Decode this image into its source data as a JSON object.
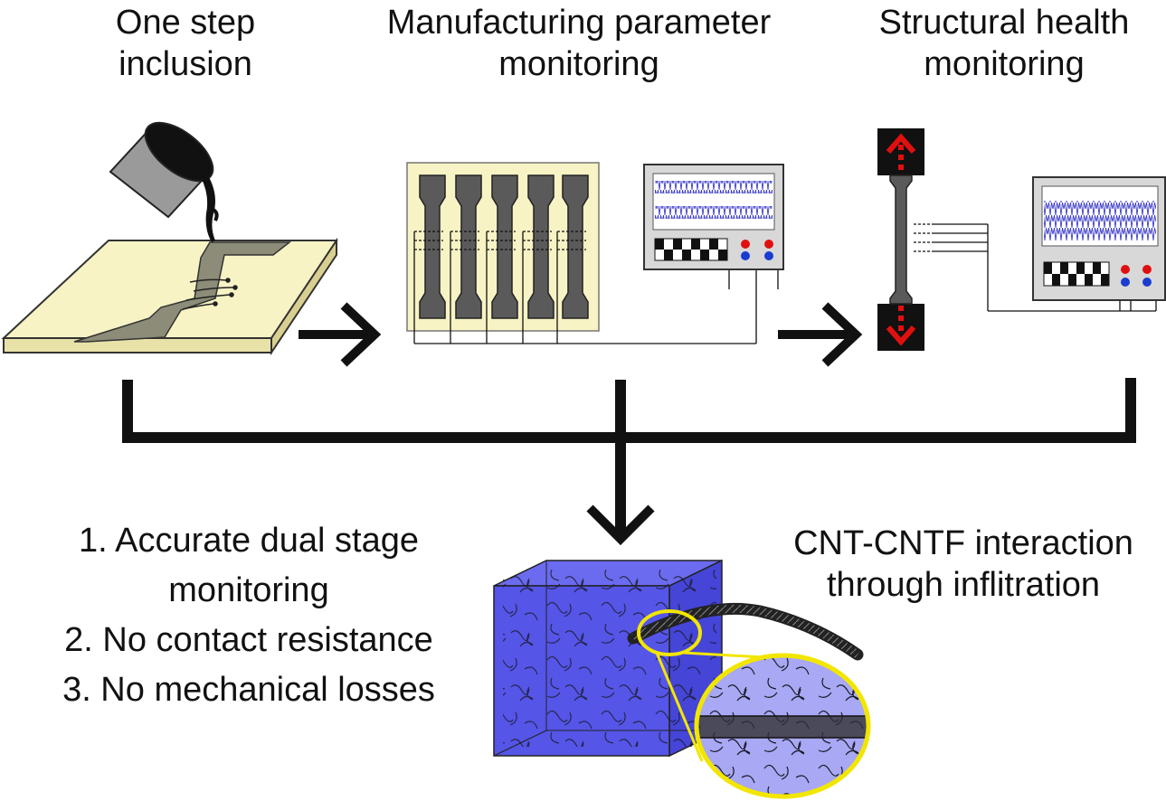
{
  "headings": {
    "step1": "One step\ninclusion",
    "step2": "Manufacturing parameter\nmonitoring",
    "step3": "Structural health\nmonitoring"
  },
  "benefits": [
    "1. Accurate dual stage",
    "monitoring",
    "2. No contact resistance",
    "3. No mechanical losses"
  ],
  "interaction": "CNT-CNTF interaction\nthrough inflitration",
  "colors": {
    "plate": "#f7f3c4",
    "channel": "#8c8c78",
    "specimen": "#5a5a5a",
    "block": "#5555e8",
    "block_dark": "#3d3dc8",
    "highlight": "#f2e600",
    "grip": "#111111",
    "grip_arrow": "#e01010",
    "oscilloscope": "#d8d8d8",
    "signal": "#3c3cc8"
  }
}
